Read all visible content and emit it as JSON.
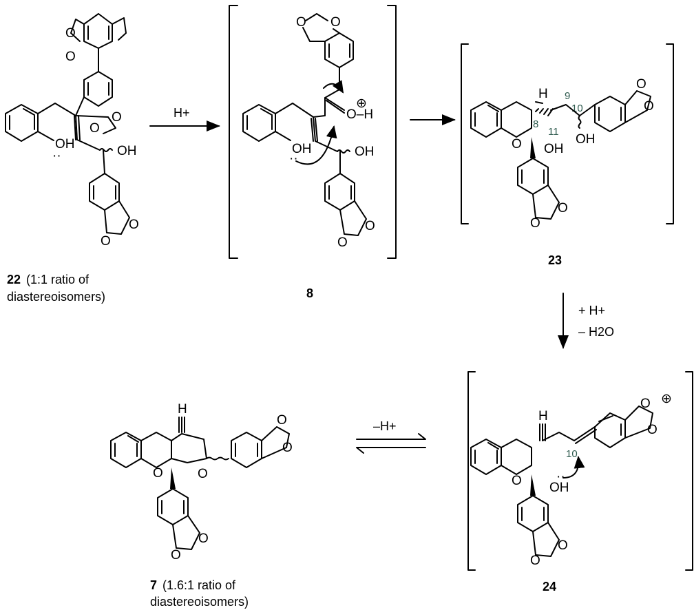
{
  "atoms": {
    "O": "O",
    "OH": "OH",
    "H": "H",
    "O_H": "O–H",
    "plus": "⊕",
    "lone_pair": "··"
  },
  "locants": {
    "c8": "8",
    "c9": "9",
    "c10": "10",
    "c11": "11"
  },
  "conditions": {
    "step1": "H+",
    "step3_line1": "+ H+",
    "step3_line2": "– H2O",
    "step4": "–H+"
  },
  "compounds": {
    "c22": {
      "number": "22",
      "desc_line1": "(1:1 ratio of",
      "desc_line2": "diastereoisomers)"
    },
    "c8": {
      "number": "8"
    },
    "c23": {
      "number": "23"
    },
    "c24": {
      "number": "24"
    },
    "c7": {
      "number": "7",
      "desc_line1": "(1.6:1 ratio of",
      "desc_line2": "diastereoisomers)"
    }
  }
}
